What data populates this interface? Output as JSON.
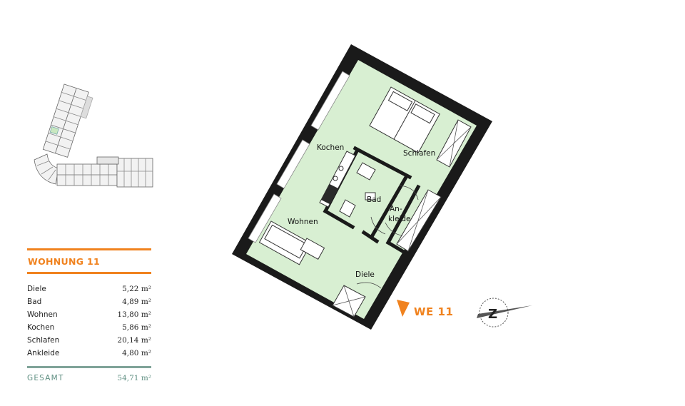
{
  "apartment": {
    "title": "WOHNUNG 11",
    "marker": "WE 11"
  },
  "rooms": [
    {
      "name": "Diele",
      "area": "5,22 m²"
    },
    {
      "name": "Bad",
      "area": "4,89 m²"
    },
    {
      "name": "Wohnen",
      "area": "13,80 m²"
    },
    {
      "name": "Kochen",
      "area": "5,86 m²"
    },
    {
      "name": "Schlafen",
      "area": "20,14 m²"
    },
    {
      "name": "Ankleide",
      "area": "4,80 m²"
    }
  ],
  "total": {
    "label": "GESAMT",
    "area": "54,71 m²"
  },
  "plan_labels": {
    "kochen": "Kochen",
    "schlafen": "Schlafen",
    "bad": "Bad",
    "ankleide_1": "An-",
    "ankleide_2": "kleide",
    "wohnen": "Wohnen",
    "diele": "Diele"
  },
  "compass": {
    "letter": "Z",
    "icon": "north-arrow-icon"
  },
  "colors": {
    "accent": "#f0821e",
    "total": "#5f8f82",
    "room_fill": "#d8efd2",
    "wall": "#1a1a1a"
  }
}
